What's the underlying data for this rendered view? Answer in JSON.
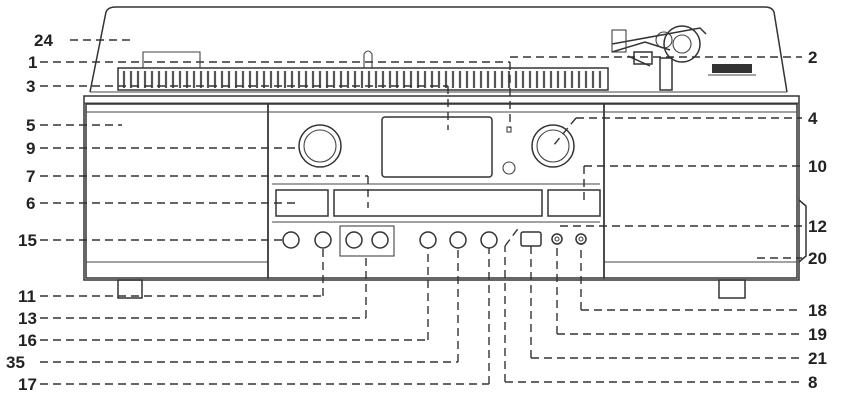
{
  "diagram": {
    "callouts_left": [
      {
        "id": "left-24",
        "label": "24"
      },
      {
        "id": "left-1",
        "label": "1"
      },
      {
        "id": "left-3",
        "label": "3"
      },
      {
        "id": "left-5",
        "label": "5"
      },
      {
        "id": "left-9",
        "label": "9"
      },
      {
        "id": "left-7",
        "label": "7"
      },
      {
        "id": "left-6",
        "label": "6"
      },
      {
        "id": "left-15",
        "label": "15"
      },
      {
        "id": "left-11",
        "label": "11"
      },
      {
        "id": "left-13",
        "label": "13"
      },
      {
        "id": "left-16",
        "label": "16"
      },
      {
        "id": "left-35",
        "label": "35"
      },
      {
        "id": "left-17",
        "label": "17"
      }
    ],
    "callouts_right": [
      {
        "id": "right-2",
        "label": "2"
      },
      {
        "id": "right-4",
        "label": "4"
      },
      {
        "id": "right-10",
        "label": "10"
      },
      {
        "id": "right-12",
        "label": "12"
      },
      {
        "id": "right-20",
        "label": "20"
      },
      {
        "id": "right-18",
        "label": "18"
      },
      {
        "id": "right-19",
        "label": "19"
      },
      {
        "id": "right-21",
        "label": "21"
      },
      {
        "id": "right-8",
        "label": "8"
      }
    ],
    "colors": {
      "line": "#333333",
      "label": "#222222",
      "background": "#ffffff"
    }
  }
}
